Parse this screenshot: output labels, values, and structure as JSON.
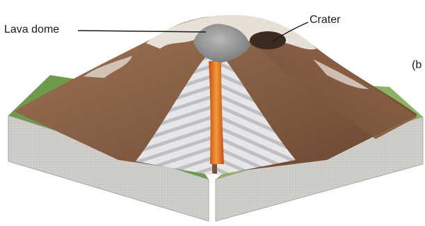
{
  "labels": {
    "lava_dome": "Lava dome",
    "crater": "Crater",
    "partial_marker": "(b"
  },
  "colors": {
    "grass": "#6f9a4c",
    "grass_light": "#8cb265",
    "rock_brown": "#8a5f43",
    "rock_dark": "#5e3d28",
    "snow": "#f3efe9",
    "slab_top": "#d4d2cf",
    "slab_side": "#b8b6b3",
    "slab_front": "#c9c7c4",
    "strata_light": "#e9e9ea",
    "strata_dark": "#bdbdc0",
    "magma": "#e06a1e",
    "magma_core": "#f39a3a",
    "dome": "#9d9d9f"
  }
}
